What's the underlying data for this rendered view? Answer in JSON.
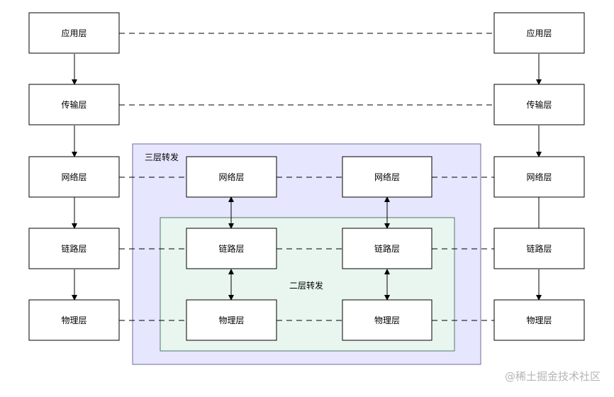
{
  "labels": {
    "application": "应用层",
    "transport": "传输层",
    "network": "网络层",
    "link": "链路层",
    "physical": "物理层"
  },
  "regions": {
    "layer3_title": "三层转发",
    "layer2_title": "二层转发"
  },
  "colors": {
    "layer3_fill": "#e6e6ff",
    "layer3_stroke": "#6c6c99",
    "layer2_fill": "#e8f6ef",
    "layer2_stroke": "#4e7a64"
  },
  "watermark": "@稀土掘金技术社区"
}
